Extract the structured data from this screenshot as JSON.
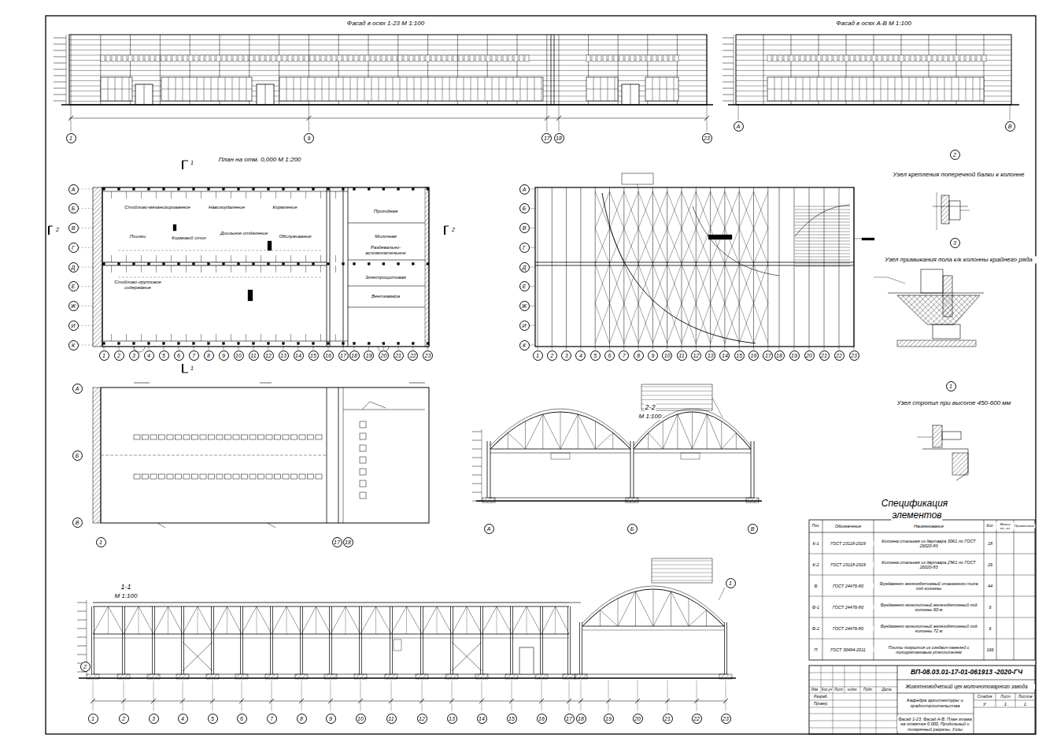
{
  "diagram": {
    "nodes": [
      {
        "text": [
          "1"
        ]
      },
      {
        "text": [
          "9"
        ]
      },
      {
        "text": [
          "17"
        ]
      },
      {
        "text": [
          "18"
        ]
      },
      {
        "text": [
          "23"
        ]
      },
      {
        "text": [
          "А"
        ]
      },
      {
        "text": [
          "В"
        ]
      },
      {
        "text": [
          "2"
        ]
      },
      {
        "text": [
          "А"
        ]
      },
      {
        "text": [
          "Б"
        ]
      },
      {
        "text": [
          "В"
        ]
      },
      {
        "text": [
          "Г"
        ]
      },
      {
        "text": [
          "Д"
        ]
      },
      {
        "text": [
          "Е"
        ]
      },
      {
        "text": [
          "Ж"
        ]
      },
      {
        "text": [
          "И"
        ]
      },
      {
        "text": [
          "К"
        ]
      },
      {
        "text": [
          "А"
        ]
      },
      {
        "text": [
          "Б"
        ]
      },
      {
        "text": [
          "В"
        ]
      },
      {
        "text": [
          "Г"
        ]
      },
      {
        "text": [
          "Д"
        ]
      },
      {
        "text": [
          "Е"
        ]
      },
      {
        "text": [
          "Ж"
        ]
      },
      {
        "text": [
          "И"
        ]
      },
      {
        "text": [
          "К"
        ]
      },
      {
        "text": [
          "3"
        ]
      },
      {
        "text": [
          "1"
        ]
      },
      {
        "text": [
          "2"
        ]
      },
      {
        "text": [
          "3"
        ]
      },
      {
        "text": [
          "4"
        ]
      },
      {
        "text": [
          "5"
        ]
      },
      {
        "text": [
          "6"
        ]
      },
      {
        "text": [
          "7"
        ]
      },
      {
        "text": [
          "8"
        ]
      },
      {
        "text": [
          "9"
        ]
      },
      {
        "text": [
          "10"
        ]
      },
      {
        "text": [
          "11"
        ]
      },
      {
        "text": [
          "12"
        ]
      },
      {
        "text": [
          "13"
        ]
      },
      {
        "text": [
          "14"
        ]
      },
      {
        "text": [
          "15"
        ]
      },
      {
        "text": [
          "16"
        ]
      },
      {
        "text": [
          "17"
        ]
      },
      {
        "text": [
          "18"
        ]
      },
      {
        "text": [
          "19"
        ]
      },
      {
        "text": [
          "20"
        ]
      },
      {
        "text": [
          "21"
        ]
      },
      {
        "text": [
          "22"
        ]
      },
      {
        "text": [
          "23"
        ]
      },
      {
        "text": [
          "1"
        ]
      },
      {
        "text": [
          "2"
        ]
      },
      {
        "text": [
          "3"
        ]
      },
      {
        "text": [
          "4"
        ]
      },
      {
        "text": [
          "5"
        ]
      },
      {
        "text": [
          "6"
        ]
      },
      {
        "text": [
          "7"
        ]
      },
      {
        "text": [
          "8"
        ]
      },
      {
        "text": [
          "9"
        ]
      },
      {
        "text": [
          "10"
        ]
      },
      {
        "text": [
          "11"
        ]
      },
      {
        "text": [
          "12"
        ]
      },
      {
        "text": [
          "13"
        ]
      },
      {
        "text": [
          "14"
        ]
      },
      {
        "text": [
          "15"
        ]
      },
      {
        "text": [
          "16"
        ]
      },
      {
        "text": [
          "17"
        ]
      },
      {
        "text": [
          "18"
        ]
      },
      {
        "text": [
          "19"
        ]
      },
      {
        "text": [
          "20"
        ]
      },
      {
        "text": [
          "21"
        ]
      },
      {
        "text": [
          "22"
        ]
      },
      {
        "text": [
          "23"
        ]
      },
      {
        "text": [
          "А"
        ]
      },
      {
        "text": [
          "Б"
        ]
      },
      {
        "text": [
          "В"
        ]
      },
      {
        "text": [
          "1"
        ]
      },
      {
        "text": [
          "17"
        ]
      },
      {
        "text": [
          "18"
        ]
      },
      {
        "text": [
          "1"
        ]
      },
      {
        "text": [
          "А"
        ]
      },
      {
        "text": [
          "Б"
        ]
      },
      {
        "text": [
          "В"
        ]
      },
      {
        "text": [
          "1"
        ]
      },
      {
        "text": [
          "2"
        ]
      },
      {
        "text": [
          "1"
        ]
      },
      {
        "text": [
          "2"
        ]
      },
      {
        "text": [
          "3"
        ]
      },
      {
        "text": [
          "4"
        ]
      },
      {
        "text": [
          "5"
        ]
      },
      {
        "text": [
          "6"
        ]
      },
      {
        "text": [
          "7"
        ]
      },
      {
        "text": [
          "8"
        ]
      },
      {
        "text": [
          "9"
        ]
      },
      {
        "text": [
          "10"
        ]
      },
      {
        "text": [
          "11"
        ]
      },
      {
        "text": [
          "12"
        ]
      },
      {
        "text": [
          "13"
        ]
      },
      {
        "text": [
          "14"
        ]
      },
      {
        "text": [
          "15"
        ]
      },
      {
        "text": [
          "16"
        ]
      },
      {
        "text": [
          "17"
        ]
      },
      {
        "text": [
          "18"
        ]
      },
      {
        "text": [
          "19"
        ]
      },
      {
        "text": [
          "20"
        ]
      },
      {
        "text": [
          "21"
        ]
      },
      {
        "text": [
          "22"
        ]
      },
      {
        "text": [
          "23"
        ]
      }
    ],
    "labels": [
      "Фасад в осях 1-23 М 1:100",
      "Фасад в осях А-В М 1:100",
      "План на отм. 0,000 М 1:200",
      "Узел крепления поперечной балки к колонне",
      "Узел примыкания пола к/к колонны крайнего ряда",
      "Узел стропил при высоте 450-600 мм",
      "2-2",
      "М 1:100",
      "1-1",
      "М 1:100",
      "Спецификация",
      "элементов",
      "Стойлово-механизированное",
      "Навозоудаление",
      "Кормление",
      "Поилки",
      "Кормовой стол",
      "Доильное отделение",
      "Обслуживание",
      "Стойлово-групповое содержание",
      "Проходная",
      "Молочная",
      "Раздевально-вспомогательное",
      "Электрощитовая",
      "Венткамера",
      "Поз.",
      "Обозначение",
      "Наименование",
      "Кол.",
      "Масса ед., кг",
      "Примечание",
      "К-1",
      "ГОСТ 23118-2019",
      "Колонна стальная из двутавра 30К1 по ГОСТ 26020-83",
      "18",
      "К-2",
      "ГОСТ 23118-2019",
      "Колонна стальная из двутавра 25К1 по ГОСТ 26020-83",
      "26",
      "Ф",
      "ГОСТ 24476-80",
      "Фундамент железобетонный стаканного типа под колонны",
      "44",
      "Ф-1",
      "ГОСТ 24476-80",
      "Фундамент монолитный железобетонный под колонны 60 м",
      "6",
      "Ф-2",
      "ГОСТ 24476-80",
      "Фундамент монолитный железобетонный под колонны 72 м",
      "6",
      "П",
      "ГОСТ 30494-2011",
      "Плиты покрытия из сэндвич-панелей с полиуретановым утеплителем",
      "166",
      "ВП-08.03.01-17-01-061913 -2020-ГЧ",
      "Животноводческий цех молочнотоварного завода",
      "Кафедра архитектуры и градостроительства",
      "Фасад 1-23, Фасад А-В, План этажа на отметке 0.000, Продольный и поперечный разрезы, Узлы",
      "Изм.",
      "Кол.уч",
      "Лист",
      "№док.",
      "Подп.",
      "Дата",
      "Разраб.",
      "Провер.",
      "Стадия",
      "Лист",
      "Листов",
      "У",
      "1",
      "1",
      "1",
      "1",
      "2",
      "2"
    ]
  }
}
